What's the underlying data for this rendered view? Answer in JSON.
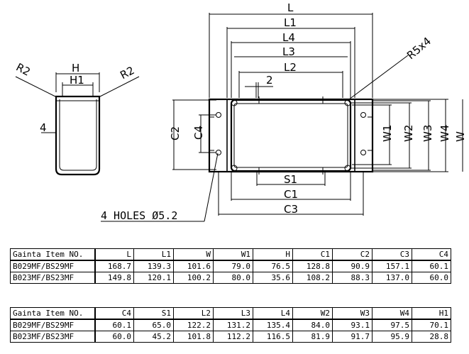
{
  "drawing": {
    "side": {
      "H": "H",
      "H1": "H1",
      "R2_left": "R2",
      "R2_right": "R2",
      "dim4": "4"
    },
    "top": {
      "L": "L",
      "L1": "L1",
      "L4": "L4",
      "L3": "L3",
      "L2": "L2",
      "dim2": "2",
      "R5x4": "R5x4",
      "C2": "C2",
      "C4": "C4",
      "W1": "W1",
      "W2": "W2",
      "W3": "W3",
      "W4": "W4",
      "W": "W",
      "S1": "S1",
      "C1": "C1",
      "C3": "C3",
      "holes": "4 HOLES Ø5.2"
    }
  },
  "table1": {
    "headers": [
      "Gainta Item NO.",
      "L",
      "L1",
      "W",
      "W1",
      "H",
      "C1",
      "C2",
      "C3",
      "C4"
    ],
    "rows": [
      [
        "B029MF/BS29MF",
        "168.7",
        "139.3",
        "101.6",
        "79.0",
        "76.5",
        "128.8",
        "90.9",
        "157.1",
        "60.1"
      ],
      [
        "B023MF/BS23MF",
        "149.8",
        "120.1",
        "100.2",
        "80.0",
        "35.6",
        "108.2",
        "88.3",
        "137.0",
        "60.0"
      ]
    ]
  },
  "table2": {
    "headers": [
      "Gainta Item NO.",
      "C4",
      "S1",
      "L2",
      "L3",
      "L4",
      "W2",
      "W3",
      "W4",
      "H1"
    ],
    "rows": [
      [
        "B029MF/BS29MF",
        "60.1",
        "65.0",
        "122.2",
        "131.2",
        "135.4",
        "84.0",
        "93.1",
        "97.5",
        "70.1"
      ],
      [
        "B023MF/BS23MF",
        "60.0",
        "45.2",
        "101.8",
        "112.2",
        "116.5",
        "81.9",
        "91.7",
        "95.9",
        "28.8"
      ]
    ]
  }
}
